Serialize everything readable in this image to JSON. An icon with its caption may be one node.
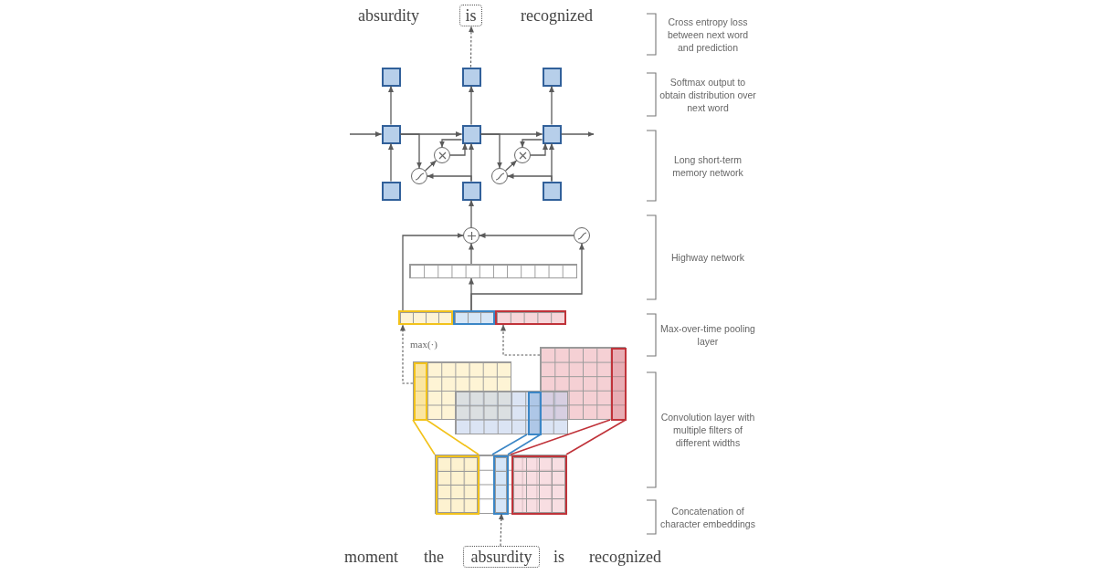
{
  "diagram": {
    "nodes": [
      {
        "text": [
          "is"
        ]
      },
      {
        "text": [],
        "shape": "box"
      },
      {
        "text": [],
        "shape": "box"
      },
      {
        "text": [],
        "shape": "box"
      },
      {
        "text": [],
        "shape": "box"
      },
      {
        "text": [],
        "shape": "box"
      },
      {
        "text": [],
        "shape": "box"
      },
      {
        "text": [],
        "shape": "circle"
      },
      {
        "text": [],
        "shape": "circle"
      },
      {
        "text": [],
        "shape": "circle"
      },
      {
        "text": [],
        "shape": "circle"
      },
      {
        "text": [],
        "shape": "box"
      },
      {
        "text": [],
        "shape": "box"
      },
      {
        "text": [],
        "shape": "box"
      },
      {
        "text": [],
        "shape": "circle"
      },
      {
        "text": [],
        "shape": "circle"
      },
      {
        "text": [],
        "shape": "bar"
      },
      {
        "text": [],
        "shape": "bar"
      },
      {
        "text": [],
        "shape": "bar"
      },
      {
        "text": [],
        "shape": "bar"
      },
      {
        "text": [],
        "shape": "grid"
      },
      {
        "text": [],
        "shape": "box",
        "in": 20
      },
      {
        "text": [],
        "shape": "grid"
      },
      {
        "text": [],
        "shape": "box",
        "in": 22
      },
      {
        "text": [],
        "shape": "grid"
      },
      {
        "text": [],
        "shape": "box",
        "in": 24
      },
      {
        "text": [],
        "shape": "grid"
      },
      {
        "text": [],
        "shape": "grid",
        "in": 26
      },
      {
        "text": [],
        "shape": "grid",
        "in": 26
      },
      {
        "text": [],
        "shape": "grid",
        "in": 26
      },
      {
        "text": [
          "absurdity"
        ]
      }
    ],
    "edges": [
      {
        "from": null,
        "to": 4,
        "arrow": "to"
      },
      {
        "from": 4,
        "to": 5,
        "arrow": "to"
      },
      {
        "from": 5,
        "to": 6,
        "arrow": "to"
      },
      {
        "from": 6,
        "to": null,
        "arrow": "to"
      },
      {
        "from": 11,
        "to": 4,
        "arrow": "to"
      },
      {
        "from": 12,
        "to": 5,
        "arrow": "to"
      },
      {
        "from": 13,
        "to": 6,
        "arrow": "to"
      },
      {
        "from": 4,
        "to": 1,
        "arrow": "to"
      },
      {
        "from": 5,
        "to": 2,
        "arrow": "to"
      },
      {
        "from": 6,
        "to": 3,
        "arrow": "to"
      },
      {
        "from": 2,
        "to": 0,
        "arrow": "to",
        "style": "dashed"
      },
      {
        "from": 4,
        "to": 9,
        "arrow": "to"
      },
      {
        "from": 12,
        "to": 9,
        "arrow": "to"
      },
      {
        "from": 9,
        "to": 7,
        "arrow": "to"
      },
      {
        "from": 7,
        "to": 5,
        "arrow": "to"
      },
      {
        "from": 5,
        "to": 7,
        "arrow": "to"
      },
      {
        "from": 5,
        "to": 10,
        "arrow": "to"
      },
      {
        "from": 13,
        "to": 10,
        "arrow": "to"
      },
      {
        "from": 10,
        "to": 8,
        "arrow": "to"
      },
      {
        "from": 8,
        "to": 6,
        "arrow": "to"
      },
      {
        "from": 6,
        "to": 8,
        "arrow": "to"
      },
      {
        "from": 14,
        "to": 12,
        "arrow": "to"
      },
      {
        "from": 16,
        "to": 14,
        "arrow": "to"
      },
      {
        "from": 15,
        "to": 14,
        "arrow": "to"
      },
      {
        "from": 17,
        "to": 14,
        "arrow": "to"
      },
      {
        "from": 18,
        "to": 16,
        "arrow": "to"
      },
      {
        "from": 18,
        "to": 15,
        "arrow": "to"
      },
      {
        "from": 22,
        "to": 17,
        "arrow": "to",
        "style": "dashed",
        "label": "max(·)"
      },
      {
        "from": 20,
        "to": 19,
        "arrow": "to",
        "style": "dashed"
      },
      {
        "from": 27,
        "to": 23,
        "arrow": "none",
        "color": "#f2c21b"
      },
      {
        "from": 28,
        "to": 25,
        "arrow": "none",
        "color": "#3b86c6"
      },
      {
        "from": 29,
        "to": 21,
        "arrow": "none",
        "color": "#c0333a"
      },
      {
        "from": 30,
        "to": 26,
        "arrow": "to",
        "style": "dashed"
      }
    ],
    "labels": [
      "absurdity",
      "recognized",
      "Cross entropy loss between next word and prediction",
      "Softmax output to obtain distribution over next word",
      "Long short-term memory network",
      "Highway network",
      "Max-over-time pooling layer",
      "Convolution layer with multiple filters of different widths",
      "Concatenation of character embeddings",
      "moment",
      "the",
      "is",
      "recognized"
    ]
  }
}
